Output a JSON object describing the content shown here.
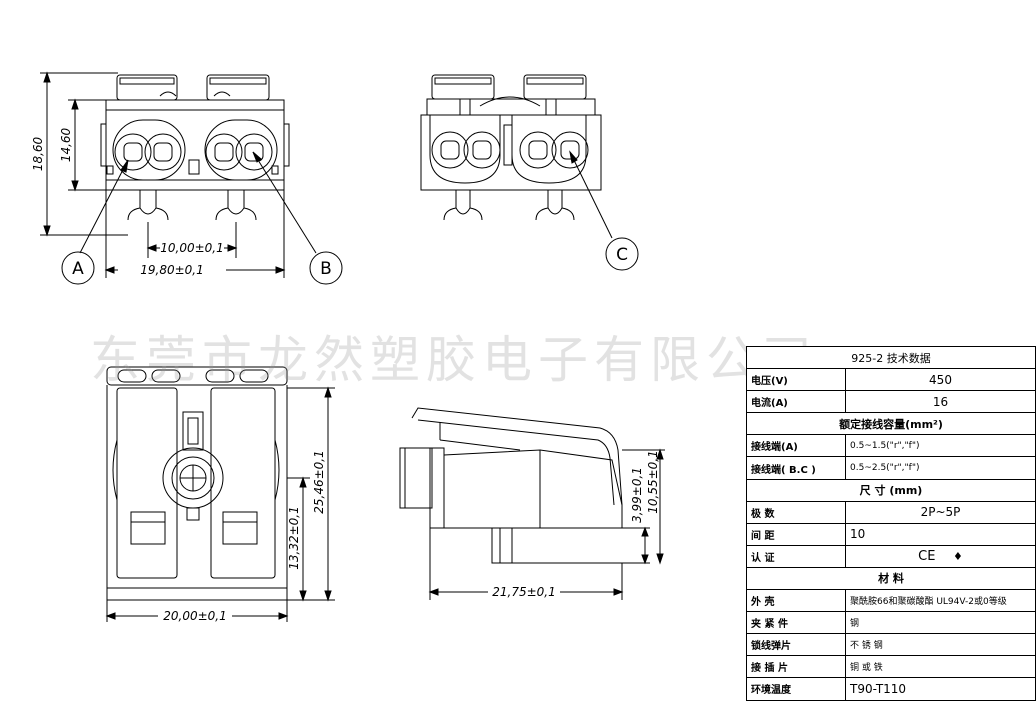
{
  "watermark": "东莞市龙然塑胶电子有限公司",
  "callouts": {
    "a": "A",
    "b": "B",
    "c": "C"
  },
  "dims": {
    "h_total": "18,60",
    "h_body": "14,60",
    "pitch": "10,00±0,1",
    "width_front": "19,80±0,1",
    "height_side": "25,46±0,1",
    "height_lower": "13,32±0,1",
    "width_bottom": "20,00±0,1",
    "depth": "21,75±0,1",
    "h_small": "3,99±0,1",
    "h_mid": "10,55±0,1"
  },
  "spec": {
    "title": "925-2  技术数据",
    "voltage_label": "电压(V)",
    "voltage": "450",
    "current_label": "电流(A)",
    "current": "16",
    "capacity_header": "额定接线容量(mm²)",
    "terminal_a_label": "接线端(A)",
    "terminal_a": "0.5~1.5(\"r\",\"f\")",
    "terminal_bc_label": "接线端( B.C )",
    "terminal_bc": "0.5~2.5(\"r\",\"f\")",
    "size_header": "尺 寸 (mm)",
    "poles_label": "极 数",
    "poles": "2P~5P",
    "pitch_label": "间 距",
    "pitch": "10",
    "cert_label": "认 证",
    "cert": "CE",
    "material_header": "材 料",
    "housing_label": "外 壳",
    "housing": "聚酰胺66和聚碳酸酯 UL94V-2或0等级",
    "clamp_label": "夹 紧 件",
    "clamp": "钢",
    "spring_label": "锁线弹片",
    "spring": "不 锈 钢",
    "contact_label": "接 插 片",
    "contact": "铜 或 铁",
    "temp_label": "环境温度",
    "temp": "T90-T110"
  }
}
